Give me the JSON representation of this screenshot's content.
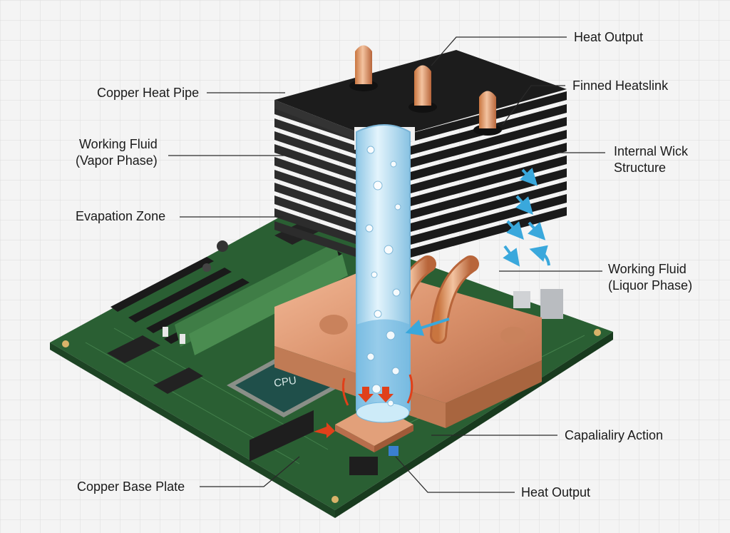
{
  "labels": {
    "heat_output_top": "Heat Output",
    "copper_heat_pipe": "Copper Heat Pipe",
    "finned_heatsink": "Finned Heatslink",
    "working_fluid_vapor_1": "Working Fluid",
    "working_fluid_vapor_2": "(Vapor Phase)",
    "internal_wick_1": "Internal Wick",
    "internal_wick_2": "Structure",
    "evaporation_zone": "Evapation Zone",
    "working_fluid_liquid_1": "Working Fluid",
    "working_fluid_liquid_2": "(Liquor Phase)",
    "capillary_action": "Capalialiry Action",
    "copper_base_plate": "Copper Base Plate",
    "heat_output_bottom": "Heat Output",
    "cpu_chip": "CPU"
  },
  "colors": {
    "background": "#f4f4f4",
    "grid": "#dcdcdc",
    "pcb": "#2f6b3a",
    "copper": "#d9906a",
    "fin": "#222222",
    "fluid": "#a9d8ee",
    "heat_arrow": "#e0401a",
    "flow_arrow": "#3aa8dc"
  }
}
